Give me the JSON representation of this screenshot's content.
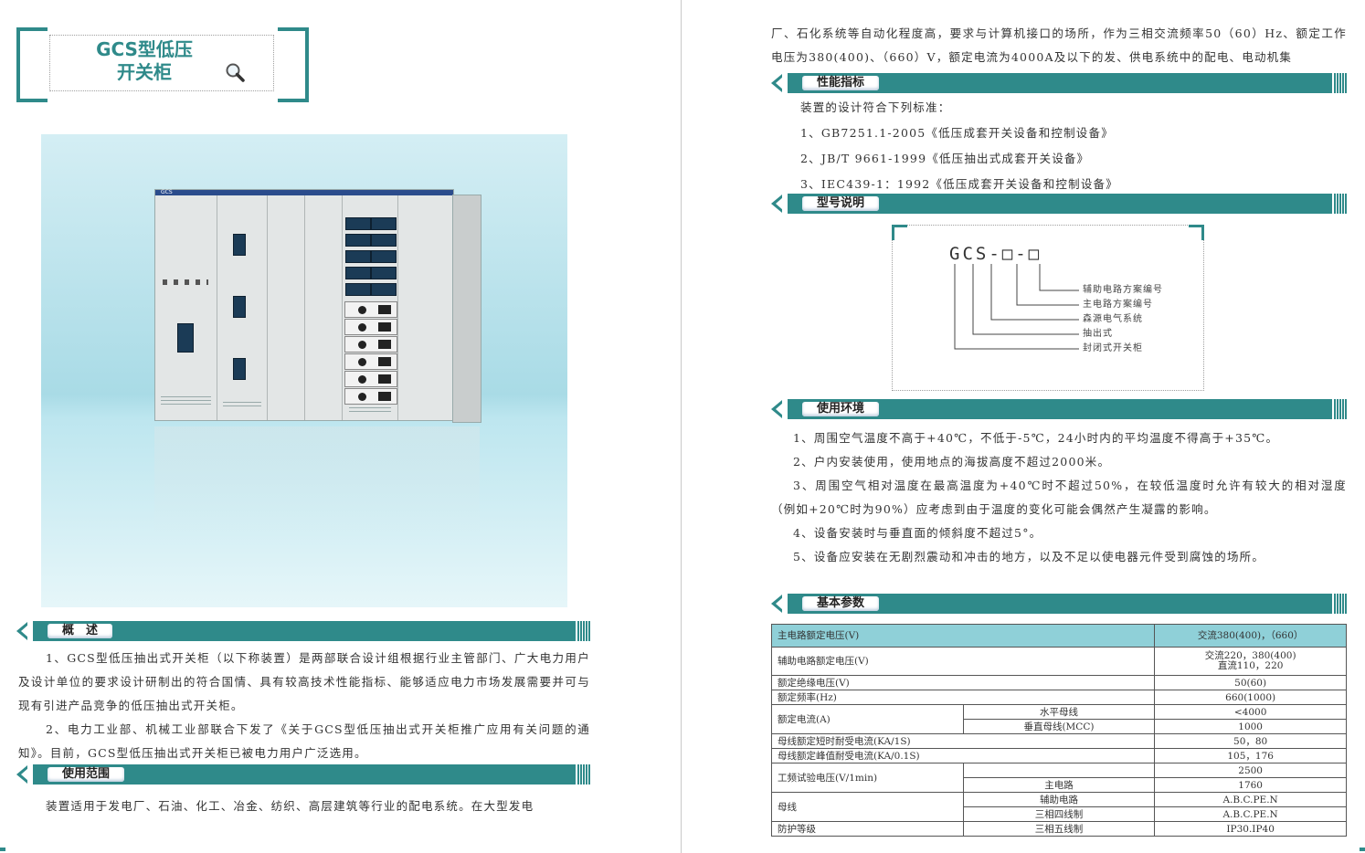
{
  "left": {
    "title_line1": "GCS型低压",
    "title_line2": "开关柜",
    "product_label": "GCS",
    "sections": {
      "overview": "概　述",
      "scope": "使用范围"
    },
    "overview_paragraphs": [
      "1、GCS型低压抽出式开关柜（以下称装置）是两部联合设计组根据行业主管部门、广大电力用户及设计单位的要求设计研制出的符合国情、具有较高技术性能指标、能够适应电力市场发展需要并可与现有引进产品竞争的低压抽出式开关柜。",
      "2、电力工业部、机械工业部联合下发了《关于GCS型低压抽出式开关柜推广应用有关问题的通知》。目前，GCS型低压抽出式开关柜已被电力用户广泛选用。"
    ],
    "scope_paragraph": "装置适用于发电厂、石油、化工、冶金、纺织、高层建筑等行业的配电系统。在大型发电"
  },
  "right": {
    "scope_continued": "厂、石化系统等自动化程度高，要求与计算机接口的场所，作为三相交流频率50（60）Hz、额定工作电压为380(400)、（660）V，额定电流为4000A及以下的发、供电系统中的配电、电动机集",
    "sections": {
      "performance": "性能指标",
      "model": "型号说明",
      "environment": "使用环境",
      "parameters": "基本参数"
    },
    "performance_lines": [
      "装置的设计符合下列标准：",
      "1、GB7251.1-2005《低压成套开关设备和控制设备》",
      "2、JB/T 9661-1999《低压抽出式成套开关设备》",
      "3、IEC439-1：1992《低压成套开关设备和控制设备》"
    ],
    "model_code": "GCS-□-□",
    "model_labels": [
      "辅助电路方案编号",
      "主电路方案编号",
      "森源电气系统",
      "抽出式",
      "封闭式开关柜"
    ],
    "environment_lines": [
      "1、周围空气温度不高于+40℃，不低于-5℃，24小时内的平均温度不得高于+35℃。",
      "2、户内安装使用，使用地点的海拔高度不超过2000米。",
      "3、周围空气相对温度在最高温度为+40℃时不超过50%，在较低温度时允许有较大的相对湿度（例如+20℃时为90%）应考虑到由于温度的变化可能会偶然产生凝露的影响。",
      "4、设备安装时与垂直面的倾斜度不超过5°。",
      "5、设备应安装在无剧烈震动和冲击的地方，以及不足以使电器元件受到腐蚀的场所。"
    ],
    "params": {
      "main_voltage_label": "主电路额定电压(V)",
      "main_voltage_value": "交流380(400)，（660）",
      "aux_voltage_label": "辅助电路额定电压(V)",
      "aux_voltage_value_1": "交流220，380(400)",
      "aux_voltage_value_2": "直流110，220",
      "insulation_label": "额定绝缘电压(V)",
      "insulation_value": "50(60)",
      "frequency_label": "额定频率(Hz)",
      "frequency_value": "660(1000)",
      "current_label": "额定电流(A)",
      "horizontal_bus_label": "水平母线",
      "horizontal_bus_value": "<4000",
      "vertical_bus_label": "垂直母线(MCC)",
      "vertical_bus_value": "1000",
      "short_time_label": "母线额定短时耐受电流(KA/1S)",
      "short_time_value": "50，80",
      "peak_label": "母线额定峰值耐受电流(KA/0.1S)",
      "peak_value": "105，176",
      "power_freq_label": "工频试验电压(V/1min)",
      "power_freq_value_1": "2500",
      "main_circuit_label": "主电路",
      "power_freq_value_2": "1760",
      "busbar_label": "母线",
      "aux_circuit_label": "辅助电路",
      "busbar_value_1": "A.B.C.PE.N",
      "three_phase_four_label": "三相四线制",
      "busbar_value_2": "A.B.C.PE.N",
      "protection_label": "防护等级",
      "three_phase_five_label": "三相五线制",
      "protection_value": "IP30.IP40"
    }
  }
}
